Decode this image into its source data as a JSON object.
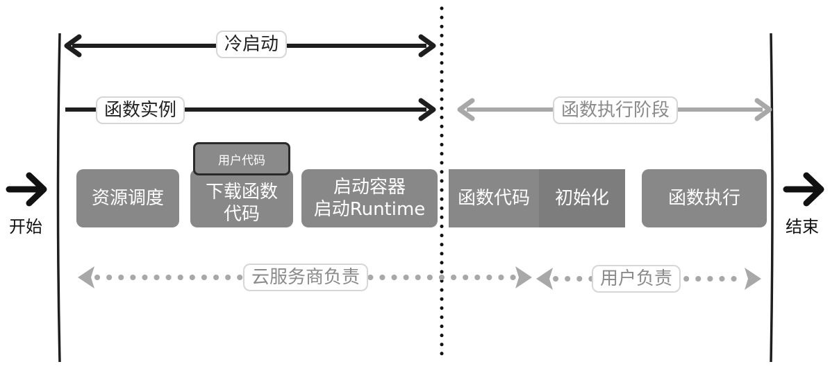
{
  "top_labels": {
    "cold_start": "冷启动",
    "function_instance": "函数实例",
    "exec_phase": "函数执行阶段"
  },
  "boxes": {
    "resource_scheduling": "资源调度",
    "download_code_line1": "下载函数",
    "download_code_line2": "代码",
    "user_code_tag": "用户代码",
    "start_container_line1": "启动容器",
    "start_container_line2": "启动Runtime",
    "function_code": "函数代码",
    "initialize": "初始化",
    "function_execution": "函数执行"
  },
  "responsibility": {
    "provider": "云服务商负责",
    "user": "用户负责"
  },
  "ends": {
    "start": "开始",
    "end": "结束"
  },
  "colors": {
    "dark_line": "#1e1e1e",
    "light_line": "#a8a8a8",
    "box_fill": "#888888"
  }
}
